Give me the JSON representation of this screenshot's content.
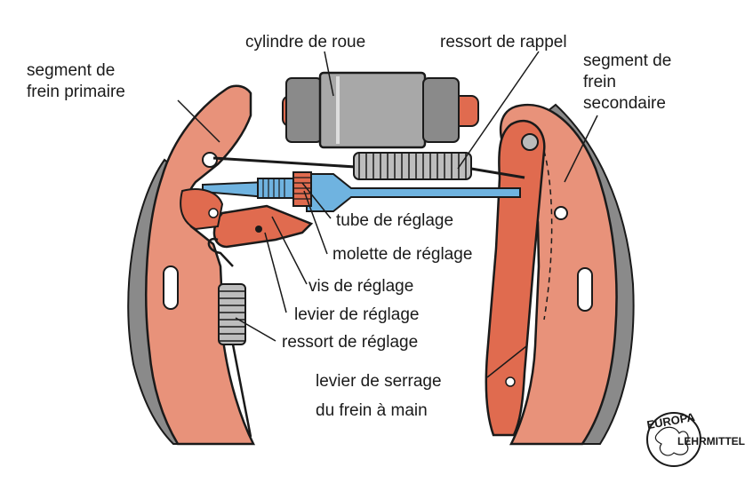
{
  "labels": {
    "cylindre": "cylindre de roue",
    "ressort_rappel": "ressort de rappel",
    "segment_primaire_1": "segment de",
    "segment_primaire_2": "frein primaire",
    "segment_secondaire_1": "segment de",
    "segment_secondaire_2": "frein",
    "segment_secondaire_3": "secondaire",
    "tube": "tube de réglage",
    "molette": "molette de réglage",
    "vis": "vis de réglage",
    "levier_reglage": "levier de réglage",
    "ressort_reglage": "ressort de réglage",
    "levier_serrage_1": "levier de serrage",
    "levier_serrage_2": "du frein à main"
  },
  "logo": {
    "top": "EUROPA",
    "bottom": "LEHRMITTEL"
  },
  "colors": {
    "shoe": "#e8927a",
    "lever": "#e06b4f",
    "lining": "#8a8a8a",
    "tube": "#6fb3e0",
    "cylinder": "#a8a8a8",
    "outline": "#1a1a1a"
  }
}
